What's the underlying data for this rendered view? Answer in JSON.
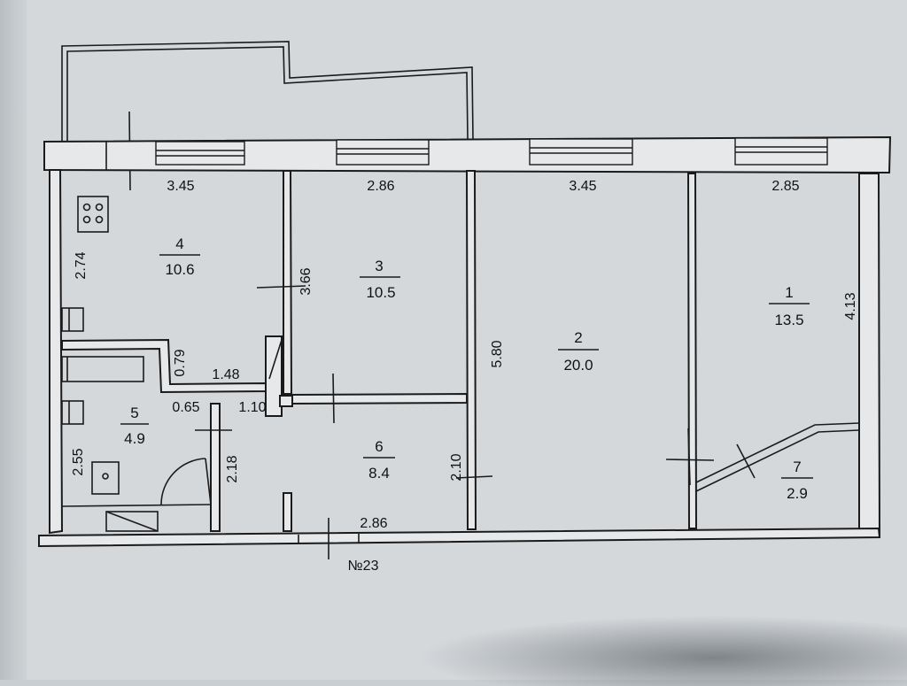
{
  "plan": {
    "rooms": [
      {
        "number": "1",
        "area": "13.5"
      },
      {
        "number": "2",
        "area": "20.0"
      },
      {
        "number": "3",
        "area": "10.5"
      },
      {
        "number": "4",
        "area": "10.6"
      },
      {
        "number": "5",
        "area": "4.9"
      },
      {
        "number": "6",
        "area": "8.4"
      },
      {
        "number": "7",
        "area": "2.9"
      }
    ],
    "dimensions": {
      "top_room4": "3.45",
      "top_room3": "2.86",
      "top_room2": "3.45",
      "top_room1": "2.85",
      "room4_height": "2.74",
      "room3_height": "3.66",
      "room2_height": "5.80",
      "room1_height": "4.13",
      "hall_width_079": "0.79",
      "hall_148": "1.48",
      "hall_065": "0.65",
      "hall_110": "1.10",
      "room5_height": "2.55",
      "room6_height": "2.18",
      "room2_lower": "2.10",
      "bottom_width": "2.86"
    },
    "apartment_number": "№23"
  }
}
